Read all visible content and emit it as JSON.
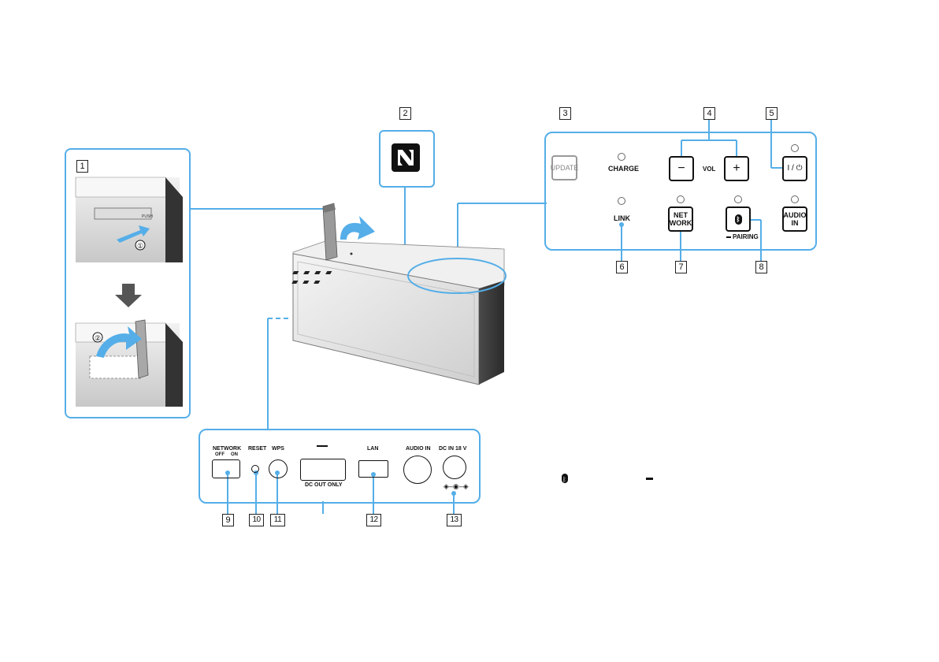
{
  "callouts": [
    "1",
    "2",
    "3",
    "4",
    "5",
    "6",
    "7",
    "8",
    "9",
    "10",
    "11",
    "12",
    "13"
  ],
  "step_markers": [
    "①",
    "②"
  ],
  "top_panel": {
    "update_label": "UPDATE",
    "charge_label": "CHARGE",
    "vol_minus": "−",
    "vol_plus": "+",
    "vol_label": "VOL",
    "power_label": "I / ⏻",
    "link_label": "LINK",
    "network_line1": "NET",
    "network_line2": "WORK",
    "pairing_label": "PAIRING",
    "audio_in_line1": "AUDIO",
    "audio_in_line2": "IN"
  },
  "rear_panel": {
    "network_label": "NETWORK",
    "off_label": "OFF",
    "on_label": "ON",
    "reset_label": "RESET",
    "wps_label": "WPS",
    "dc_out_label": "DC OUT ONLY",
    "lan_label": "LAN",
    "audio_in_label": "AUDIO IN",
    "dc_in_label": "DC IN 18 V"
  },
  "colors": {
    "accent": "#55aee8",
    "line": "#111111",
    "speaker_grey": "#d9d9d9"
  },
  "icons": [
    "nfc-icon",
    "bluetooth-icon",
    "down-arrow-icon",
    "curved-arrow-icon"
  ]
}
